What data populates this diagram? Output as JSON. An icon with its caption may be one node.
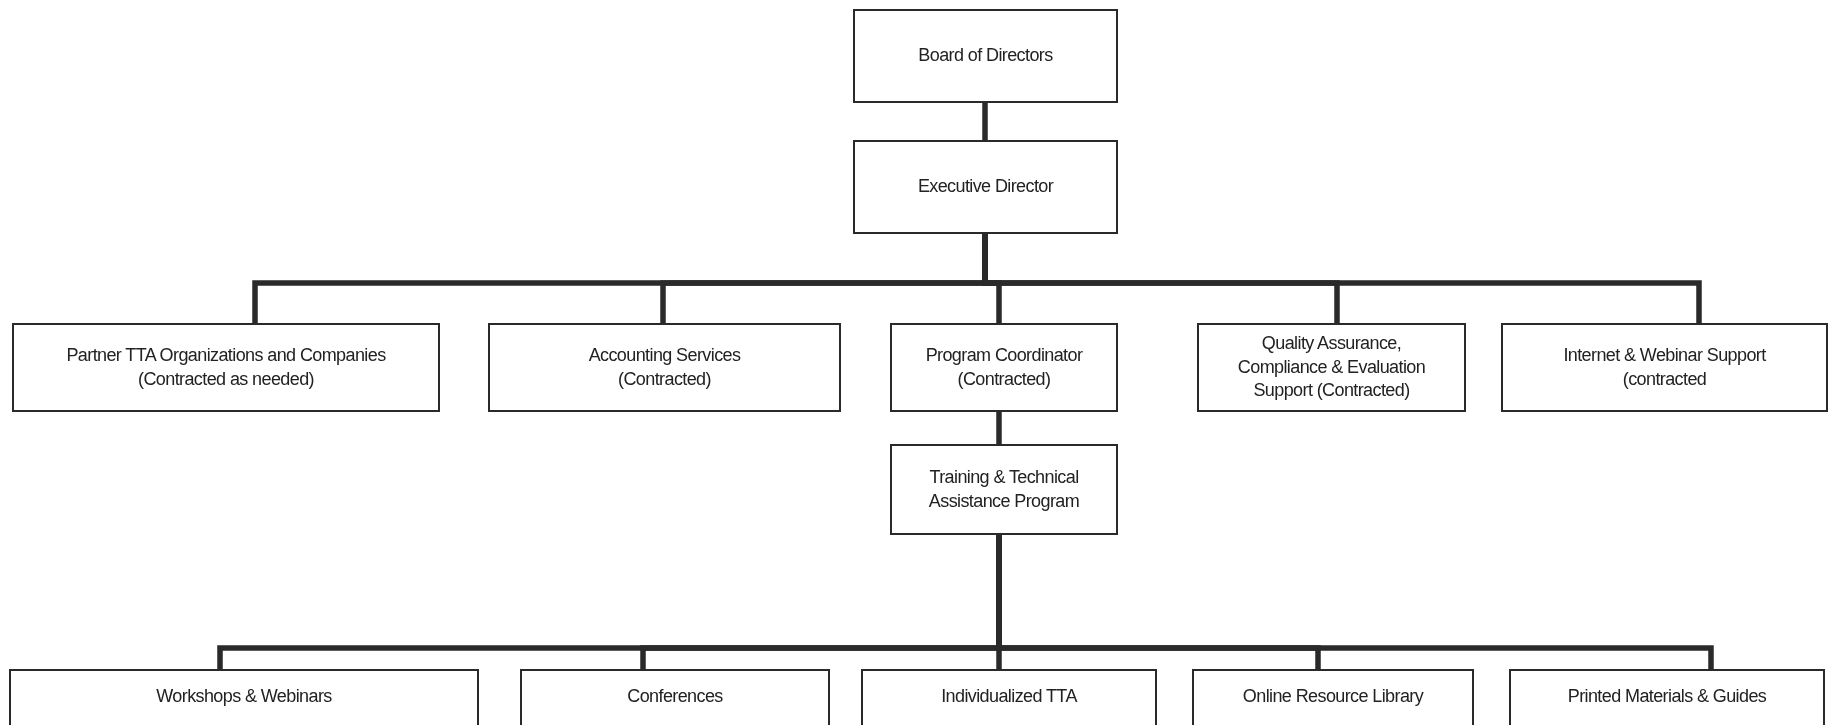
{
  "diagram": {
    "nodes": [
      {
        "text": [
          "Board of Directors"
        ]
      },
      {
        "text": [
          "Executive Director"
        ]
      },
      {
        "text": [
          "Partner TTA Organizations and Companies (Contracted as needed)"
        ]
      },
      {
        "text": [
          "Accounting Services (Contracted)"
        ]
      },
      {
        "text": [
          "Program Coordinator (Contracted)"
        ]
      },
      {
        "text": [
          "Quality Assurance, Compliance & Evaluation Support (Contracted)"
        ]
      },
      {
        "text": [
          "Internet & Webinar Support (contracted"
        ]
      },
      {
        "text": [
          "Training & Technical Assistance Program"
        ]
      },
      {
        "text": [
          "Workshops & Webinars"
        ]
      },
      {
        "text": [
          "Conferences"
        ]
      },
      {
        "text": [
          "Individualized TTA"
        ]
      },
      {
        "text": [
          "Online Resource Library"
        ]
      },
      {
        "text": [
          "Printed Materials & Guides"
        ]
      }
    ],
    "edges": [
      {
        "from": 0,
        "to": 1,
        "arrow": "none"
      },
      {
        "from": 1,
        "to": 2,
        "arrow": "none"
      },
      {
        "from": 1,
        "to": 3,
        "arrow": "none"
      },
      {
        "from": 1,
        "to": 4,
        "arrow": "none"
      },
      {
        "from": 1,
        "to": 5,
        "arrow": "none"
      },
      {
        "from": 1,
        "to": 6,
        "arrow": "none"
      },
      {
        "from": 4,
        "to": 7,
        "arrow": "none"
      },
      {
        "from": 7,
        "to": 8,
        "arrow": "none"
      },
      {
        "from": 7,
        "to": 9,
        "arrow": "none"
      },
      {
        "from": 7,
        "to": 10,
        "arrow": "none"
      },
      {
        "from": 7,
        "to": 11,
        "arrow": "none"
      },
      {
        "from": 7,
        "to": 12,
        "arrow": "none"
      }
    ]
  }
}
